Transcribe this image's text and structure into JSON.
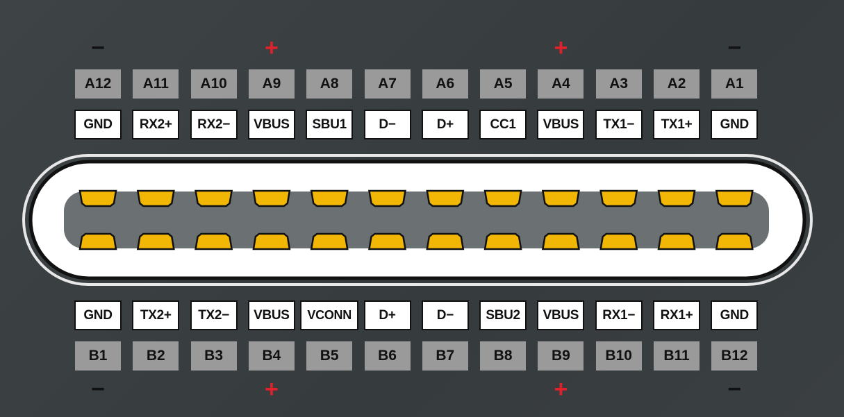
{
  "colors": {
    "background": "#3a3f41",
    "pin_number_box": "#9a9a9a",
    "signal_box": "#ffffff",
    "contact": "#f2b705",
    "tongue": "#6b7072",
    "shell": "#ffffff",
    "plus": "#e0202a",
    "minus": "#111111"
  },
  "top_row": {
    "pins": [
      "A12",
      "A11",
      "A10",
      "A9",
      "A8",
      "A7",
      "A6",
      "A5",
      "A4",
      "A3",
      "A2",
      "A1"
    ],
    "signals": [
      "GND",
      "RX2+",
      "RX2−",
      "VBUS",
      "SBU1",
      "D−",
      "D+",
      "CC1",
      "VBUS",
      "TX1−",
      "TX1+",
      "GND"
    ],
    "polarity": [
      {
        "index": 0,
        "symbol": "−",
        "kind": "minus"
      },
      {
        "index": 3,
        "symbol": "+",
        "kind": "plus"
      },
      {
        "index": 8,
        "symbol": "+",
        "kind": "plus"
      },
      {
        "index": 11,
        "symbol": "−",
        "kind": "minus"
      }
    ]
  },
  "bottom_row": {
    "pins": [
      "B1",
      "B2",
      "B3",
      "B4",
      "B5",
      "B6",
      "B7",
      "B8",
      "B9",
      "B10",
      "B11",
      "B12"
    ],
    "signals": [
      "GND",
      "TX2+",
      "TX2−",
      "VBUS",
      "VCONN",
      "D+",
      "D−",
      "SBU2",
      "VBUS",
      "RX1−",
      "RX1+",
      "GND"
    ],
    "polarity": [
      {
        "index": 0,
        "symbol": "−",
        "kind": "minus"
      },
      {
        "index": 3,
        "symbol": "+",
        "kind": "plus"
      },
      {
        "index": 8,
        "symbol": "+",
        "kind": "plus"
      },
      {
        "index": 11,
        "symbol": "−",
        "kind": "minus"
      }
    ]
  },
  "contacts_per_row": 12
}
